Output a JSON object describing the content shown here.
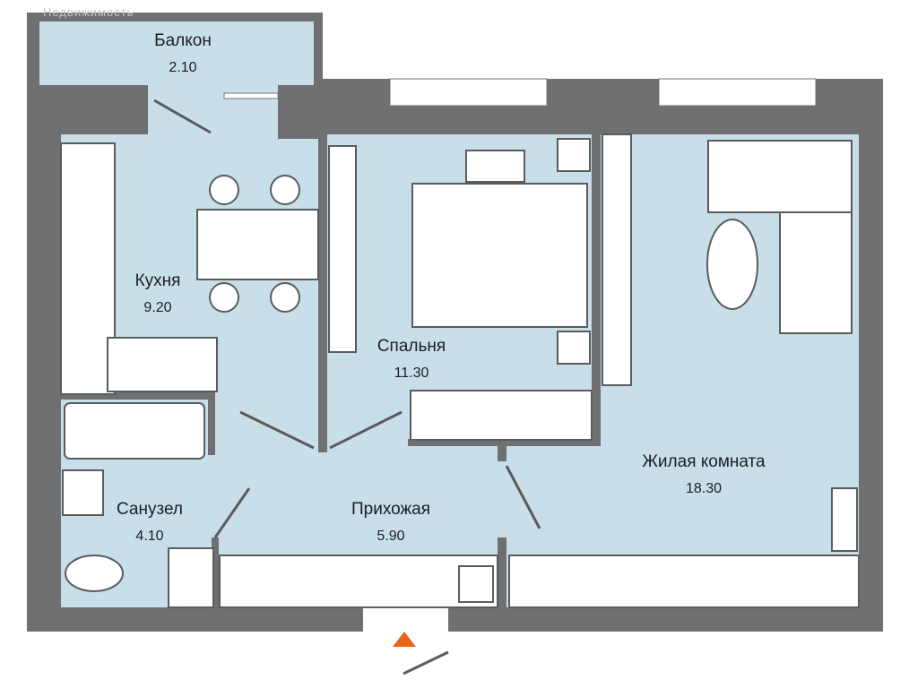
{
  "watermark": "Недвижимость",
  "colors": {
    "wall": "#6f7072",
    "floor": "#c8dfea",
    "furniture": "#ffffff",
    "line": "#5a5b5d",
    "entrance": "#e8661c"
  },
  "rooms": [
    {
      "name": "Балкон",
      "area": "2.10"
    },
    {
      "name": "Кухня",
      "area": "9.20"
    },
    {
      "name": "Спальня",
      "area": "11.30"
    },
    {
      "name": "Жилая комната",
      "area": "18.30"
    },
    {
      "name": "Санузел",
      "area": "4.10"
    },
    {
      "name": "Прихожая",
      "area": "5.90"
    }
  ],
  "entrance_icon": "triangle-up-icon"
}
